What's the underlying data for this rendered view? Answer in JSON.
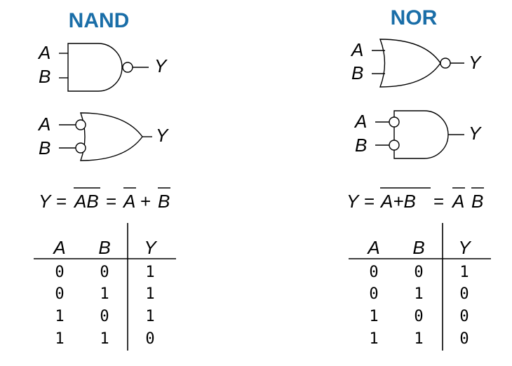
{
  "panels": [
    {
      "id": "nand",
      "title": "NAND",
      "inputs": [
        "A",
        "B"
      ],
      "output": "Y",
      "equation": {
        "lhs": "Y",
        "eq1": "=",
        "expr1": "AB",
        "eq2": "=",
        "a": "A",
        "plus": "+",
        "b": "B"
      },
      "truth_table": {
        "headers": [
          "A",
          "B",
          "Y"
        ],
        "rows": [
          [
            "0",
            "0",
            "1"
          ],
          [
            "0",
            "1",
            "1"
          ],
          [
            "1",
            "0",
            "1"
          ],
          [
            "1",
            "1",
            "0"
          ]
        ]
      }
    },
    {
      "id": "nor",
      "title": "NOR",
      "inputs": [
        "A",
        "B"
      ],
      "output": "Y",
      "equation": {
        "lhs": "Y",
        "eq1": "=",
        "expr1": "A+B",
        "eq2": "=",
        "a": "A",
        "b": "B"
      },
      "truth_table": {
        "headers": [
          "A",
          "B",
          "Y"
        ],
        "rows": [
          [
            "0",
            "0",
            "1"
          ],
          [
            "0",
            "1",
            "0"
          ],
          [
            "1",
            "0",
            "0"
          ],
          [
            "1",
            "1",
            "0"
          ]
        ]
      }
    }
  ]
}
